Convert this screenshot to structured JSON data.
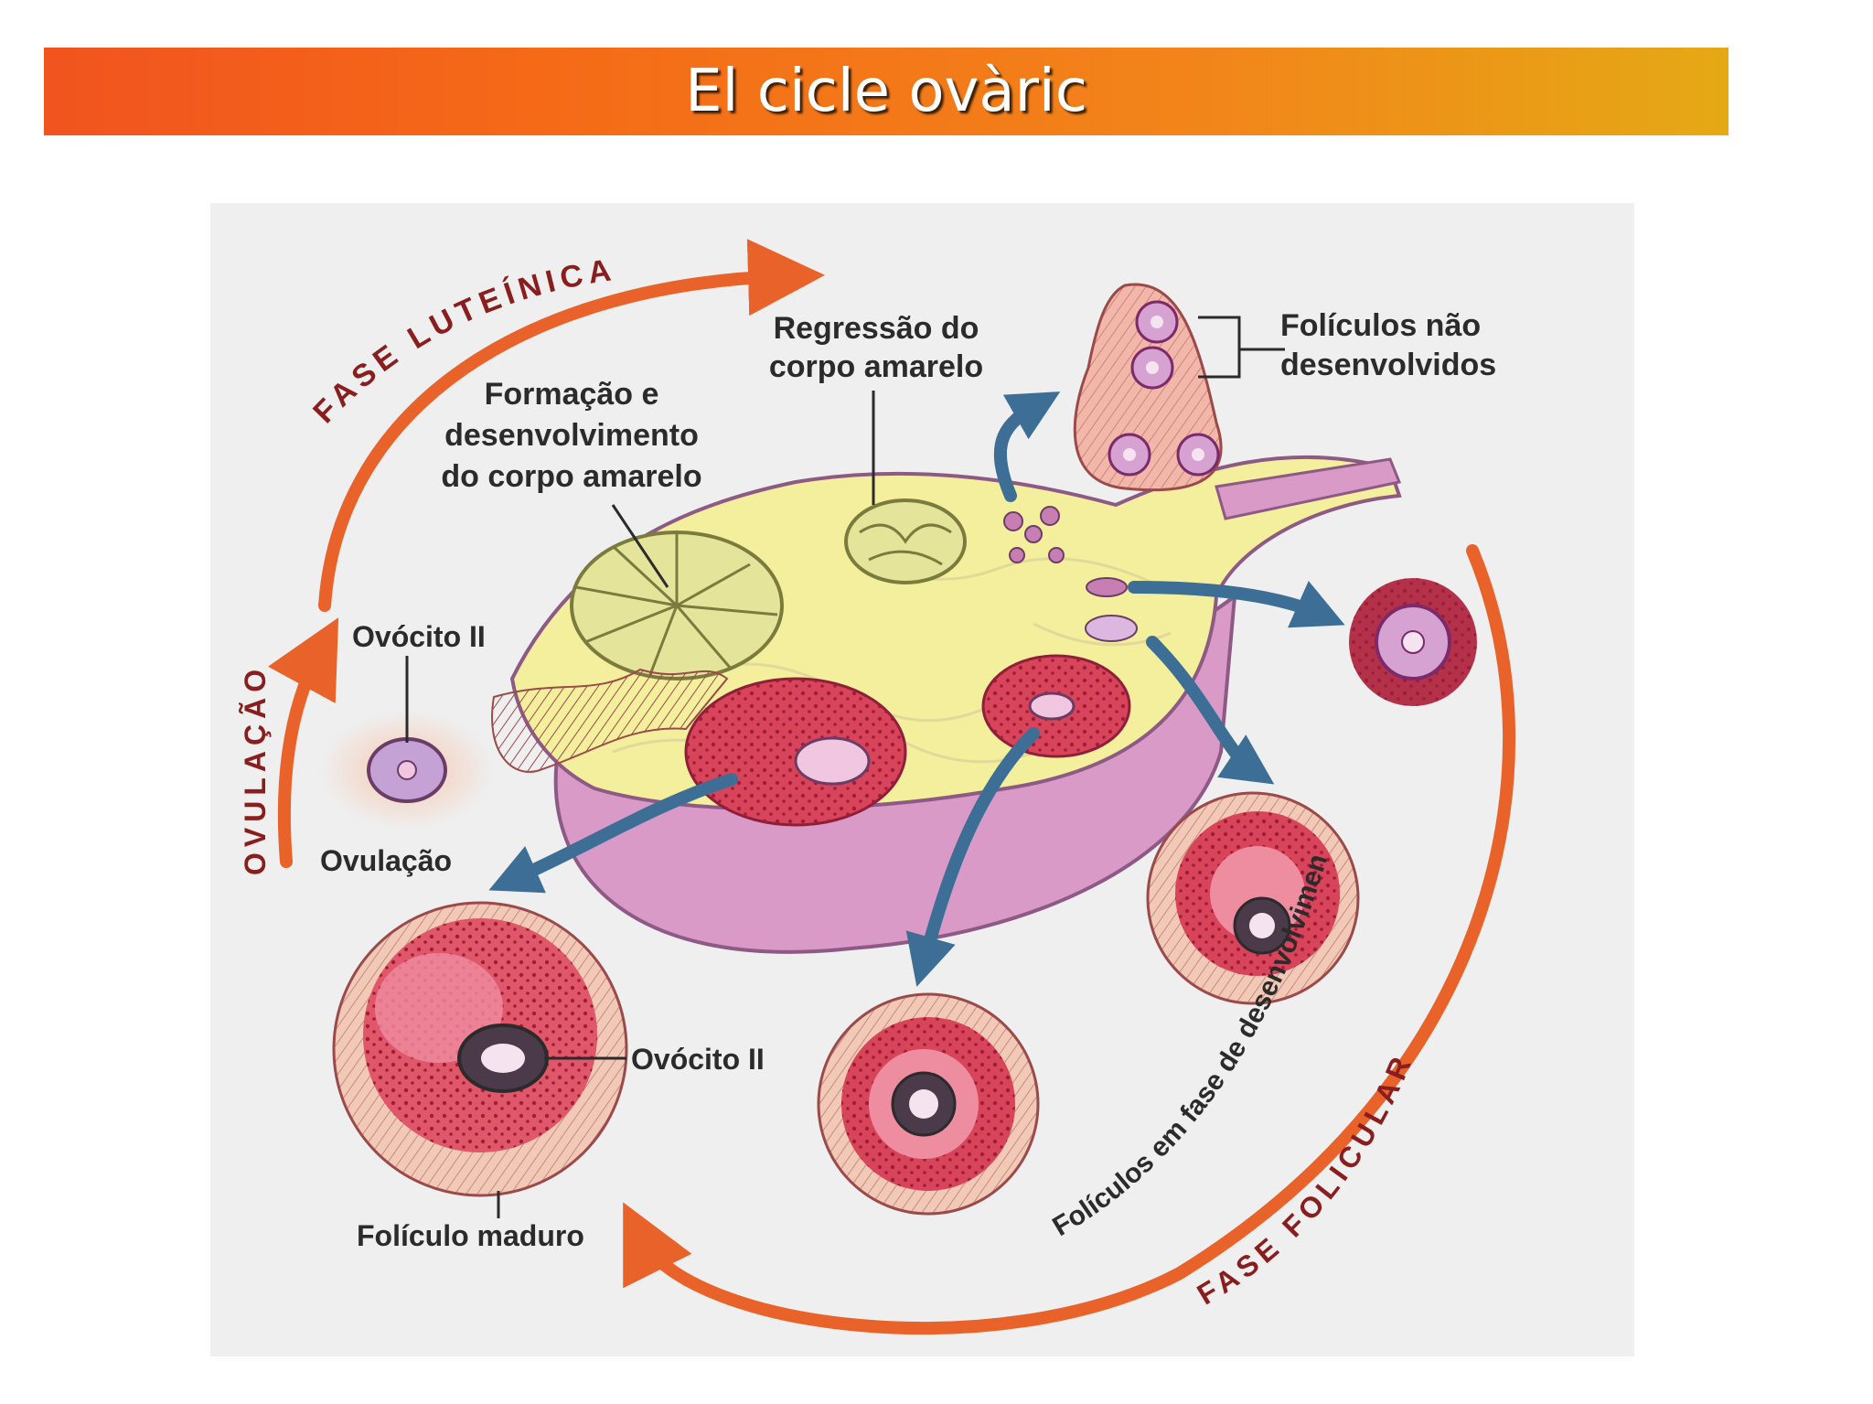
{
  "title": "El cicle ovàric",
  "phases": {
    "luteinica": "FASE LUTEÍNICA",
    "ovulacao": "OVULAÇÃO",
    "folicular": "FASE FOLICULAR"
  },
  "labels": {
    "regressao_line1": "Regressão do",
    "regressao_line2": "corpo amarelo",
    "formacao_line1": "Formação e",
    "formacao_line2": "desenvolvimento",
    "formacao_line3": "do corpo amarelo",
    "nao_desenvolvidos_line1": "Folículos não",
    "nao_desenvolvidos_line2": "desenvolvidos",
    "ovocito_top": "Ovócito II",
    "ovulacao": "Ovulação",
    "ovocito_bottom": "Ovócito II",
    "foliculo_maduro": "Folículo maduro",
    "em_desenvolvimento": "Folículos em fase de desenvolvimento"
  },
  "colors": {
    "arrow_orange": "#e8622a",
    "arrow_blue": "#3d6f96",
    "ovary_pink": "#d99ac8",
    "ovary_yellow": "#f4ef9c",
    "follicle_red": "#d8445a",
    "corpus_luteum": "#e4e59a"
  }
}
